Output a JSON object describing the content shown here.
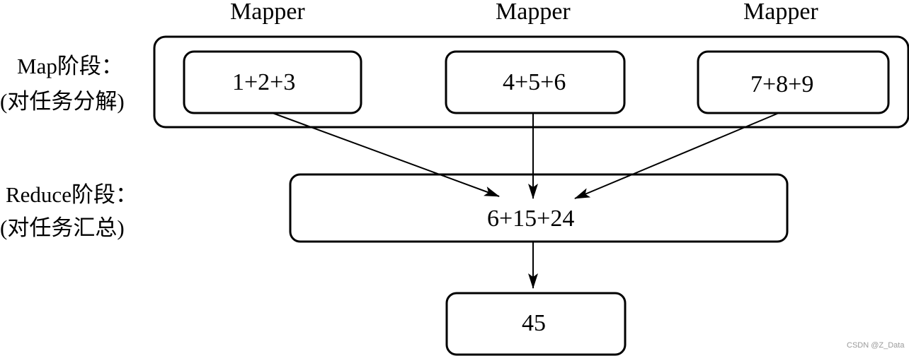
{
  "mapper_labels": [
    "Mapper",
    "Mapper",
    "Mapper"
  ],
  "stage_labels": {
    "map_line1": "Map阶段：",
    "map_line2": "(对任务分解)",
    "reduce_line1": "Reduce阶段：",
    "reduce_line2": "(对任务汇总)"
  },
  "map_tasks": [
    "1+2+3",
    "4+5+6",
    "7+8+9"
  ],
  "reduce_task": "6+15+24",
  "result": "45",
  "watermark": "CSDN @Z_Data",
  "colors": {
    "stroke": "#000000",
    "background": "#ffffff",
    "watermark": "#9a9a9a"
  }
}
